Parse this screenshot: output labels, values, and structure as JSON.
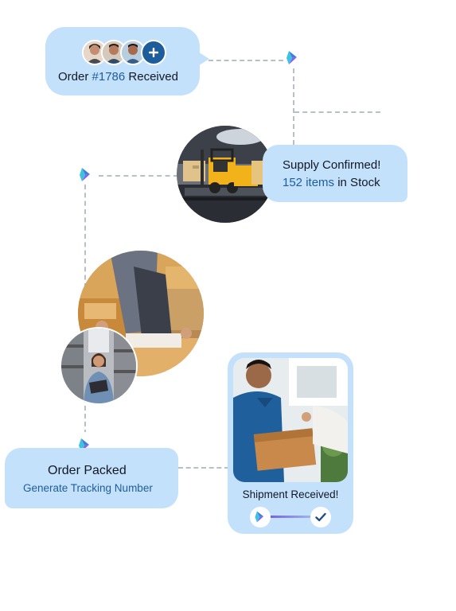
{
  "order_card": {
    "prefix": "Order",
    "number": "#1786",
    "suffix": "Received",
    "add_icon": "plus-icon"
  },
  "supply_card": {
    "title": "Supply Confirmed!",
    "count": "152 items",
    "suffix": "in Stock"
  },
  "packed_card": {
    "title": "Order Packed",
    "subtitle": "Generate Tracking Number"
  },
  "shipment_card": {
    "label": "Shipment Received!",
    "status_icon": "check-icon"
  },
  "colors": {
    "card_bg": "#c4e1fb",
    "accent": "#1d5d9b",
    "dash": "#b9bfc6"
  }
}
